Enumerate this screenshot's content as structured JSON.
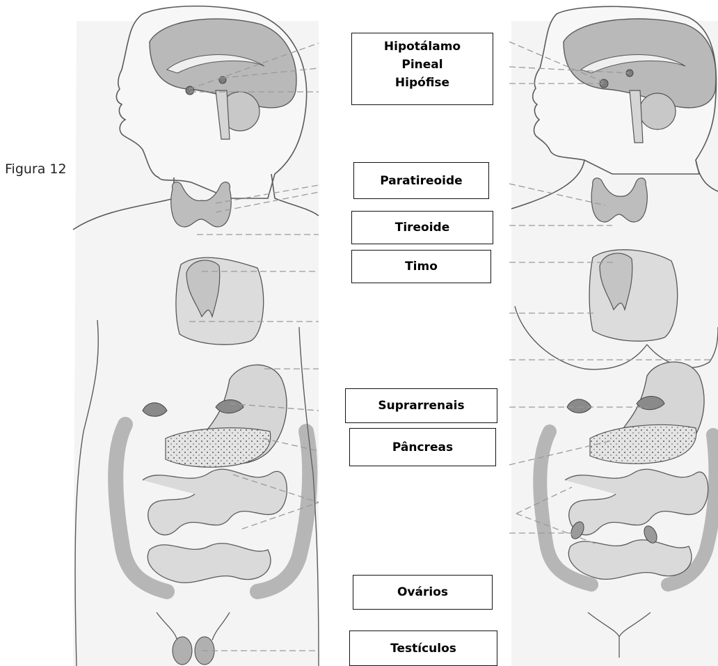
{
  "figure_label": "Figura 12",
  "labels": {
    "brain": [
      "Hipotálamo",
      "Pineal",
      "Hipófise"
    ],
    "paratireoide": "Paratireoide",
    "tireoide": "Tireoide",
    "timo": "Timo",
    "suprarrenais": "Suprarrenais",
    "pancreas": "Pâncreas",
    "ovarios": "Ovários",
    "testiculos": "Testículos"
  },
  "colors": {
    "outline": "#5a5a5a",
    "skin": "#f3f3f3",
    "organ": "#cfcfcf",
    "organ_dark": "#9a9a9a",
    "leader": "#9a9a9a"
  }
}
